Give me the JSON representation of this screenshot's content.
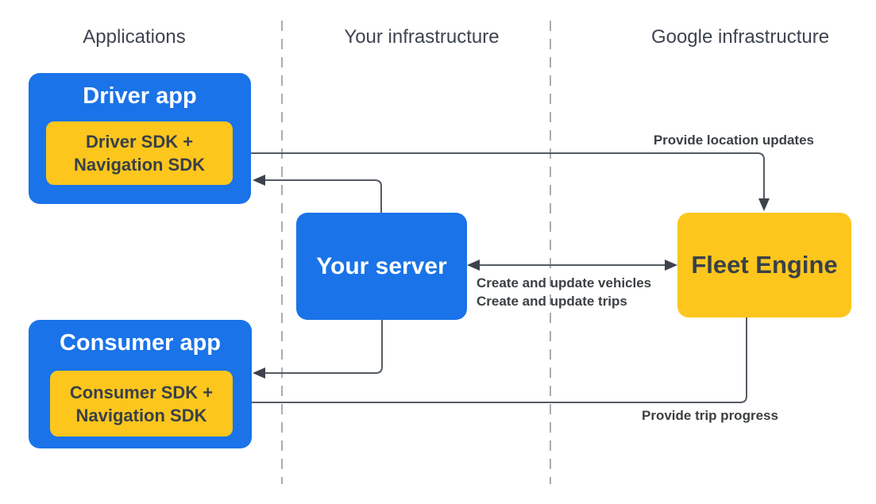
{
  "columns": {
    "applications": "Applications",
    "your_infrastructure": "Your infrastructure",
    "google_infrastructure": "Google infrastructure"
  },
  "nodes": {
    "driver_app": {
      "title": "Driver app",
      "sdk": "Driver SDK +\nNavigation SDK"
    },
    "your_server": {
      "title": "Your server"
    },
    "fleet_engine": {
      "title": "Fleet Engine"
    },
    "consumer_app": {
      "title": "Consumer app",
      "sdk": "Consumer SDK +\nNavigation SDK"
    }
  },
  "edges": {
    "provide_location_updates": "Provide location updates",
    "create_and_update_vehicles": "Create and update vehicles",
    "create_and_update_trips": "Create and update trips",
    "provide_trip_progress": "Provide trip progress"
  },
  "colors": {
    "primary_blue": "#1a73e8",
    "accent_yellow": "#fcc61d",
    "connector_gray": "#555b63",
    "arrowhead_dark": "#3d434c",
    "dashed_divider_gray": "#a9acb0",
    "heading_text": "#3e4450",
    "label_text": "#3c4043"
  }
}
